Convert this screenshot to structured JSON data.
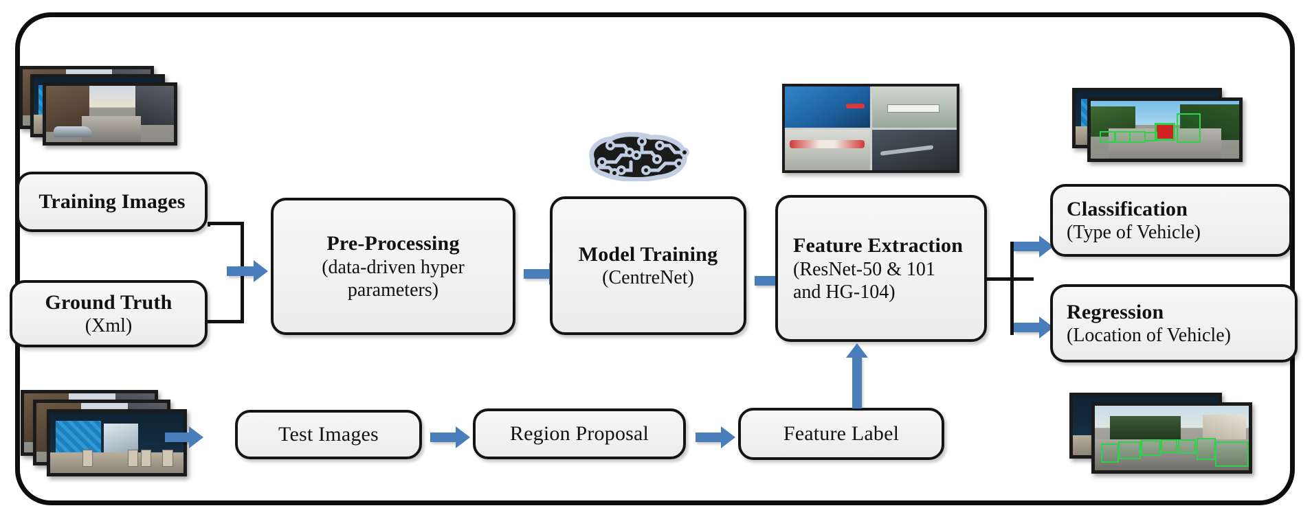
{
  "diagram": {
    "title": "Vehicle detection pipeline block diagram",
    "accent_arrow_color": "#4a7ebb",
    "box_border_color": "#141414",
    "box_fill_color": "#f1f1f1",
    "frame_color": "#0d0d0d",
    "detection_box_color": "#2fd14a"
  },
  "boxes": {
    "training_images": {
      "title": "Training Images",
      "subtitle": ""
    },
    "ground_truth": {
      "title": "Ground Truth",
      "subtitle": "(Xml)"
    },
    "pre_processing": {
      "title": "Pre-Processing",
      "subtitle": "(data-driven  hyper",
      "subtitle2": "parameters)"
    },
    "model_training": {
      "title": "Model Training",
      "subtitle": "(CentreNet)"
    },
    "feature_extraction": {
      "title": "Feature Extraction",
      "subtitle": "(ResNet-50 & 101",
      "subtitle2": "and HG-104)"
    },
    "classification": {
      "title": "Classification",
      "subtitle": "(Type of Vehicle)"
    },
    "regression": {
      "title": "Regression",
      "subtitle": "(Location of Vehicle)"
    },
    "test_images": {
      "title": "Test Images"
    },
    "region_proposal": {
      "title": "Region Proposal"
    },
    "feature_label": {
      "title": "Feature Label"
    }
  },
  "images": {
    "training_stack": "training-street-scene-thumbnails",
    "test_stack": "test-street-scene-thumbnails",
    "feature_grid": "car-crop-feature-grid",
    "classification_result": "road-scene-with-detections",
    "regression_result": "city-street-with-bounding-boxes",
    "brain": "ai-brain-circuit-icon"
  }
}
